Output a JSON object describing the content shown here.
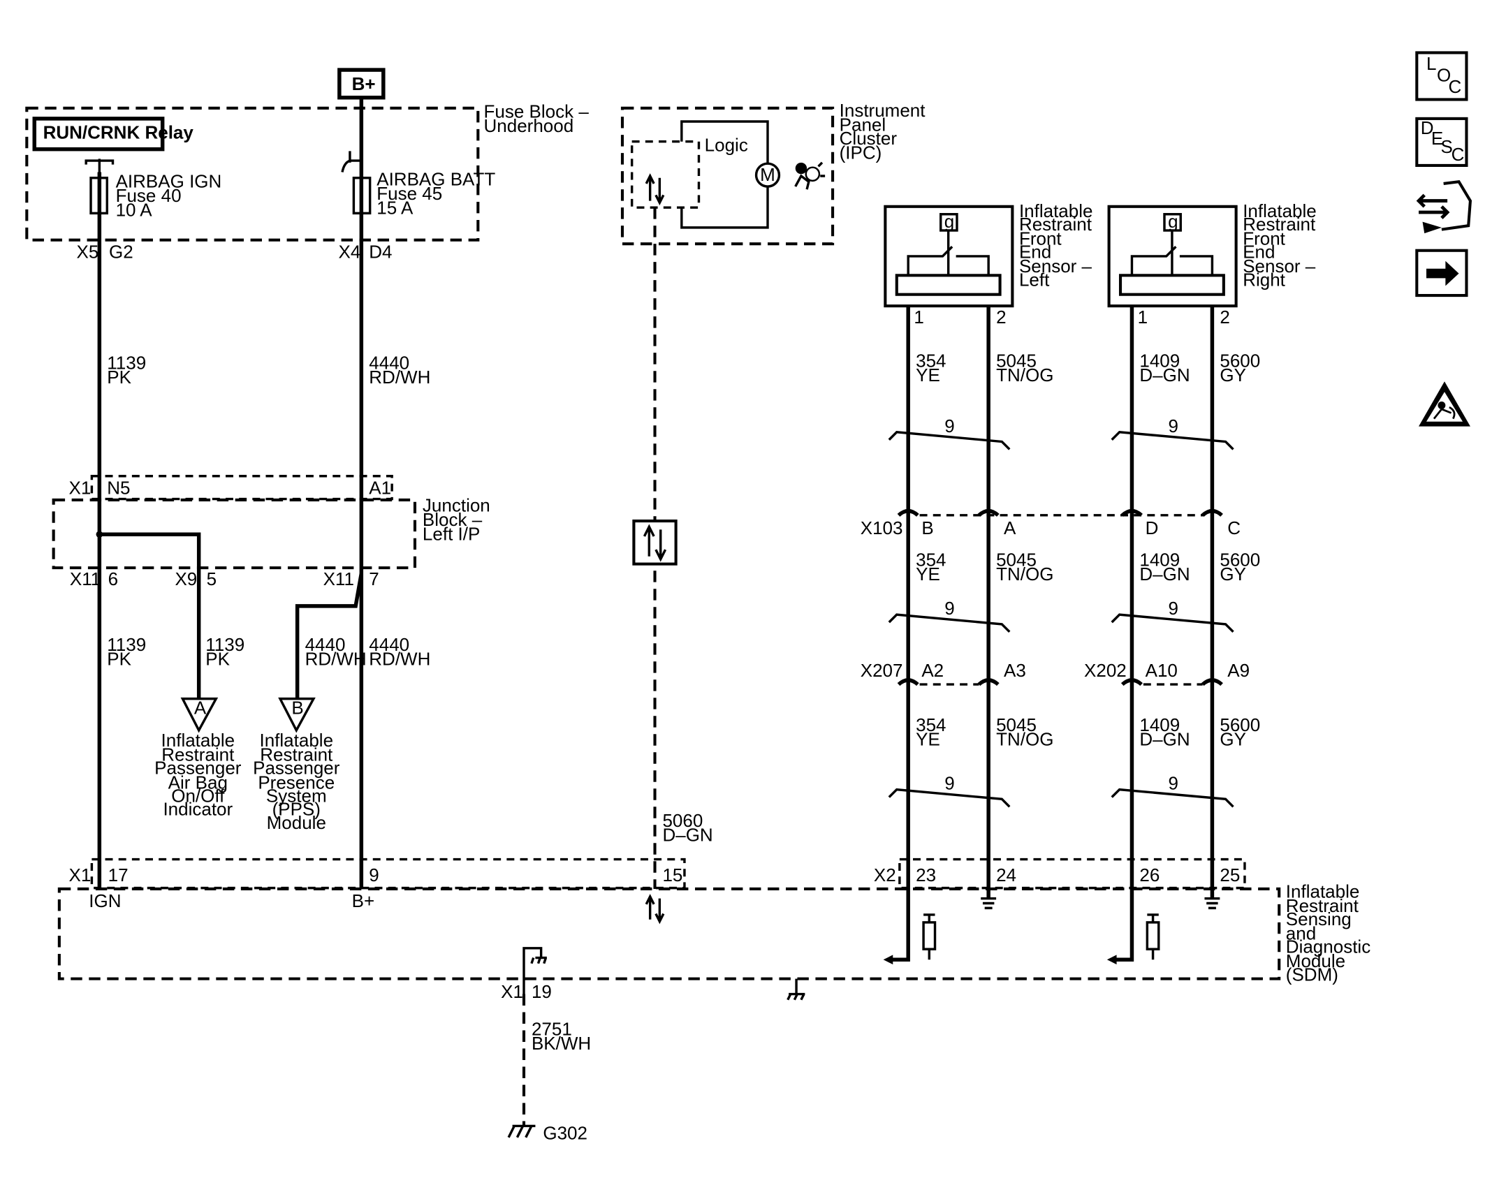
{
  "power": {
    "b_plus_box": "B+",
    "relay": "RUN/CRNK Relay"
  },
  "fuse_block": {
    "name_lines": [
      "Fuse Block –",
      "Underhood"
    ],
    "fuse_ign": [
      "AIRBAG IGN",
      "Fuse 40",
      "10 A"
    ],
    "fuse_batt": [
      "AIRBAG BATT",
      "Fuse 45",
      "15 A"
    ],
    "conn_x5": "X5",
    "pin_g2": "G2",
    "conn_x4": "X4",
    "pin_d4": "D4"
  },
  "ipc": {
    "name_lines": [
      "Instrument",
      "Panel",
      "Cluster",
      "(IPC)"
    ],
    "logic": "Logic",
    "motor": "M"
  },
  "sensors": {
    "left": {
      "name_lines": [
        "Inflatable",
        "Restraint",
        "Front",
        "End",
        "Sensor –",
        "Left"
      ],
      "g": "g",
      "pin1": "1",
      "pin2": "2"
    },
    "right": {
      "name_lines": [
        "Inflatable",
        "Restraint",
        "Front",
        "End",
        "Sensor –",
        "Right"
      ],
      "g": "g",
      "pin1": "1",
      "pin2": "2"
    }
  },
  "wires": {
    "w1139": [
      "1139",
      "PK"
    ],
    "w4440": [
      "4440",
      "RD/WH"
    ],
    "w354": [
      "354",
      "YE"
    ],
    "w5045": [
      "5045",
      "TN/OG"
    ],
    "w1409": [
      "1409",
      "D–GN"
    ],
    "w5600": [
      "5600",
      "GY"
    ],
    "w5060": [
      "5060",
      "D–GN"
    ],
    "w2751": [
      "2751",
      "BK/WH"
    ],
    "twist": "9"
  },
  "junction": {
    "name_lines": [
      "Junction",
      "Block –",
      "Left I/P"
    ],
    "x1": "X1",
    "n5": "N5",
    "a1": "A1",
    "x11a": "X11",
    "p6": "6",
    "x9": "X9",
    "p5": "5",
    "x11b": "X11",
    "p7": "7"
  },
  "offpage": {
    "a": {
      "letter": "A",
      "lines": [
        "Inflatable",
        "Restraint",
        "Passenger",
        "Air Bag",
        "On/Off",
        "Indicator"
      ]
    },
    "b": {
      "letter": "B",
      "lines": [
        "Inflatable",
        "Restraint",
        "Passenger",
        "Presence",
        "System",
        "(PPS)",
        "Module"
      ]
    }
  },
  "inline_connectors": {
    "x103": "X103",
    "b": "B",
    "a": "A",
    "d": "D",
    "c": "C",
    "x207": "X207",
    "a2": "A2",
    "a3": "A3",
    "x202": "X202",
    "a10": "A10",
    "a9": "A9"
  },
  "sdm": {
    "name_lines": [
      "Inflatable",
      "Restraint",
      "Sensing",
      "and",
      "Diagnostic",
      "Module",
      "(SDM)"
    ],
    "x1": "X1",
    "p17": "17",
    "p9": "9",
    "p15": "15",
    "x2": "X2",
    "p23": "23",
    "p24": "24",
    "p26": "26",
    "p25": "25",
    "ign": "IGN",
    "bplus": "B+",
    "x1g": "X1",
    "p19": "19"
  },
  "ground": {
    "g302": "G302"
  },
  "side_icons": {
    "loc": [
      "L",
      "O",
      "C"
    ],
    "desc": [
      "D",
      "E",
      "S",
      "C"
    ],
    "icons": [
      "loc-icon",
      "desc-icon",
      "connector-tool-icon",
      "next-arrow-icon",
      "airbag-warning-icon"
    ]
  }
}
